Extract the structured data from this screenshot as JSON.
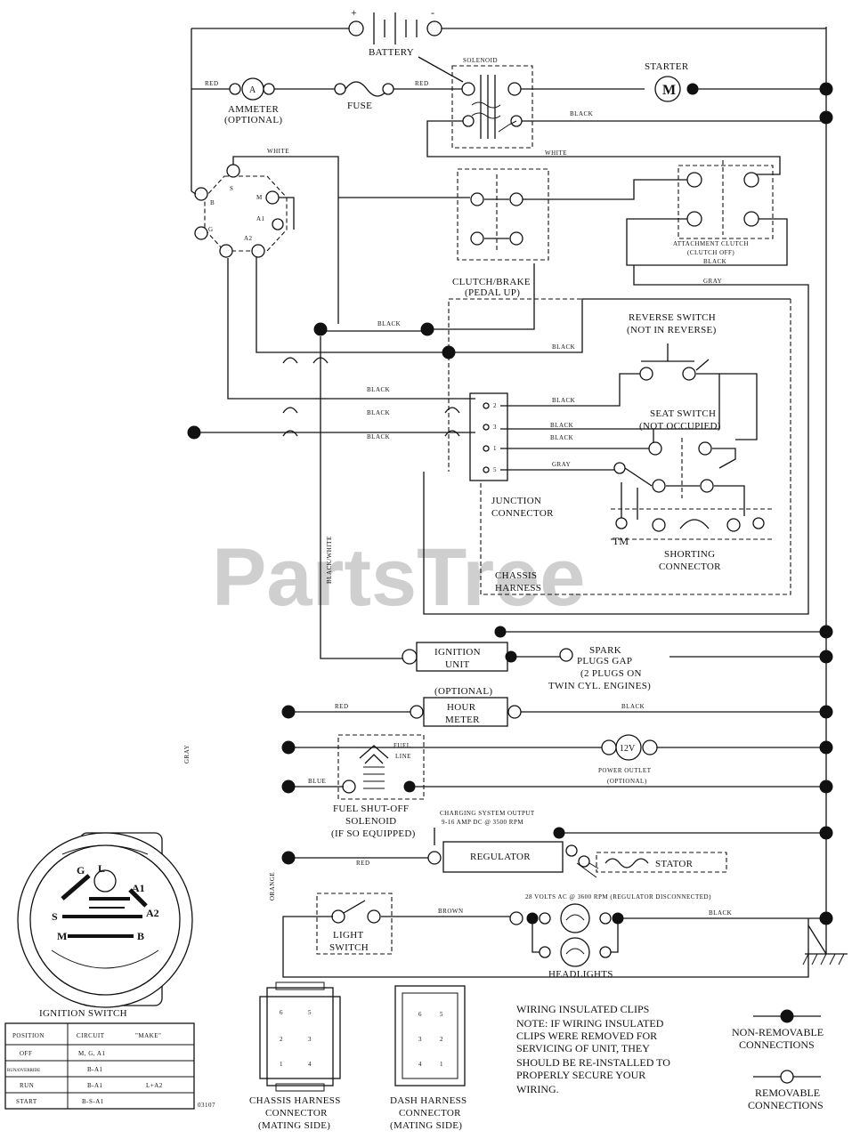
{
  "watermark": {
    "text": "PartsTree",
    "tm": "TM"
  },
  "battery": {
    "plus": "+",
    "minus": "-",
    "label": "BATTERY"
  },
  "solenoid": {
    "label": "SOLENOID"
  },
  "starter": {
    "label": "STARTER",
    "symbol": "M"
  },
  "ammeter": {
    "label1": "AMMETER",
    "label2": "(OPTIONAL)",
    "symbol": "A"
  },
  "fuse": {
    "label": "FUSE"
  },
  "switch_terminals": {
    "B": "B",
    "S": "S",
    "M": "M",
    "G": "G",
    "A1": "A1",
    "A2": "A2"
  },
  "clutch_brake": {
    "label1": "CLUTCH/BRAKE",
    "label2": "(PEDAL UP)"
  },
  "attachment_clutch": {
    "label1": "ATTACHMENT CLUTCH",
    "label2": "(CLUTCH OFF)"
  },
  "reverse_switch": {
    "label1": "REVERSE SWITCH",
    "label2": "(NOT IN REVERSE)"
  },
  "seat_switch": {
    "label1": "SEAT SWITCH",
    "label2": "(NOT OCCUPIED)"
  },
  "junction": {
    "label1": "JUNCTION",
    "label2": "CONNECTOR",
    "pins": [
      "2",
      "3",
      "1",
      "5"
    ]
  },
  "shorting": {
    "label1": "SHORTING",
    "label2": "CONNECTOR"
  },
  "chassis_harness": {
    "label1": "CHASSIS",
    "label2": "HARNESS"
  },
  "ignition_unit": {
    "label1": "IGNITION",
    "label2": "UNIT"
  },
  "spark": {
    "label1": "SPARK",
    "label2": "PLUGS GAP",
    "label3": "(2 PLUGS ON",
    "label4": "TWIN CYL. ENGINES)"
  },
  "hour_meter": {
    "optional": "(OPTIONAL)",
    "label1": "HOUR",
    "label2": "METER"
  },
  "power_outlet": {
    "symbol": "12V",
    "label1": "POWER OUTLET",
    "label2": "(OPTIONAL)"
  },
  "fuel_line": {
    "label1": "FUEL",
    "label2": "LINE"
  },
  "fuel_solenoid": {
    "label1": "FUEL SHUT-OFF",
    "label2": "SOLENOID",
    "label3": "(IF SO EQUIPPED)"
  },
  "charging": {
    "label1": "CHARGING SYSTEM OUTPUT",
    "label2": "9-16 AMP DC @ 3500 RPM"
  },
  "regulator": {
    "label": "REGULATOR"
  },
  "stator": {
    "label": "STATOR",
    "note": "28 VOLTS AC @ 3600 RPM (REGULATOR DISCONNECTED)"
  },
  "light_switch": {
    "label1": "LIGHT",
    "label2": "SWITCH"
  },
  "headlights": {
    "label": "HEADLIGHTS"
  },
  "wire_colors": {
    "red": "RED",
    "black": "BLACK",
    "white": "WHITE",
    "gray": "GRAY",
    "black_white": "BLACK/WHITE",
    "blue": "BLUE",
    "brown": "BROWN",
    "orange": "ORANGE",
    "gray_short": "GRAY",
    "black_short": "BLACK"
  },
  "ignition_switch": {
    "title": "IGNITION SWITCH",
    "terminals": {
      "G": "G",
      "L": "L",
      "A1": "A1",
      "S": "S",
      "A2": "A2",
      "M": "M",
      "B": "B"
    },
    "table": {
      "headers": [
        "POSITION",
        "CIRCUIT",
        "\"MAKE\""
      ],
      "rows": [
        [
          "OFF",
          "M, G, A1",
          ""
        ],
        [
          "RUN/OVERRIDE",
          "B-A1",
          ""
        ],
        [
          "RUN",
          "B-A1",
          "L+A2"
        ],
        [
          "START",
          "B-S-A1",
          ""
        ]
      ]
    },
    "code": "03107"
  },
  "chassis_connector": {
    "label1": "CHASSIS HARNESS",
    "label2": "CONNECTOR",
    "label3": "(MATING SIDE)",
    "pins": [
      "6",
      "5",
      "2",
      "3",
      "1",
      "4"
    ]
  },
  "dash_connector": {
    "label1": "DASH HARNESS",
    "label2": "CONNECTOR",
    "label3": "(MATING SIDE)",
    "pins": [
      "6",
      "5",
      "3",
      "2",
      "4",
      "1"
    ]
  },
  "note": {
    "line1": "WIRING INSULATED CLIPS",
    "line2": "NOTE: IF WIRING INSULATED",
    "line3": "CLIPS WERE REMOVED FOR",
    "line4": "SERVICING OF UNIT, THEY",
    "line5": "SHOULD BE RE-INSTALLED TO",
    "line6": "PROPERLY SECURE YOUR",
    "line7": "WIRING."
  },
  "legend": {
    "non_removable1": "NON-REMOVABLE",
    "non_removable2": "CONNECTIONS",
    "removable1": "REMOVABLE",
    "removable2": "CONNECTIONS"
  }
}
